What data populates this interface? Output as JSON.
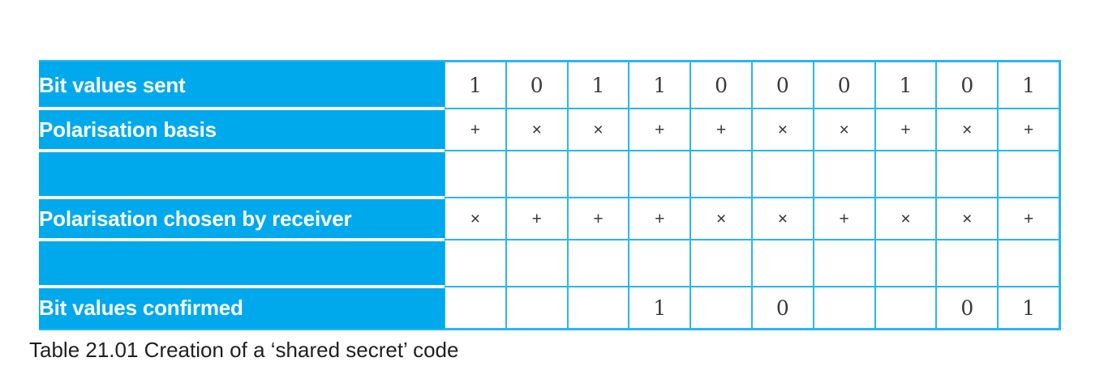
{
  "figure": {
    "caption": "Table 21.01 Creation of a ‘shared secret’ code",
    "accent_color": "#00a9ec",
    "border_color": "#29b6f6",
    "text_color": "#3a3a3a",
    "label_text_color": "#ffffff"
  },
  "chart_data": {
    "type": "table",
    "title": "Table 21.01 Creation of a ‘shared secret’ code",
    "columns": 10,
    "row_labels": [
      "Bit values sent",
      "Polarisation basis",
      "",
      "Polarisation chosen by receiver",
      "",
      "Bit values confirmed"
    ],
    "rows": [
      {
        "label": "Bit values sent",
        "values": [
          "1",
          "0",
          "1",
          "1",
          "0",
          "0",
          "0",
          "1",
          "0",
          "1"
        ]
      },
      {
        "label": "Polarisation basis",
        "values": [
          "+",
          "×",
          "×",
          "+",
          "+",
          "×",
          "×",
          "+",
          "×",
          "+"
        ]
      },
      {
        "label": "",
        "values": [
          "",
          "",
          "",
          "",
          "",
          "",
          "",
          "",
          "",
          ""
        ]
      },
      {
        "label": "Polarisation chosen by receiver",
        "values": [
          "×",
          "+",
          "+",
          "+",
          "×",
          "×",
          "+",
          "×",
          "×",
          "+"
        ]
      },
      {
        "label": "",
        "values": [
          "",
          "",
          "",
          "",
          "",
          "",
          "",
          "",
          "",
          ""
        ]
      },
      {
        "label": "Bit values confirmed",
        "values": [
          "",
          "",
          "",
          "1",
          "",
          "0",
          "",
          "",
          "0",
          "1"
        ]
      }
    ]
  }
}
